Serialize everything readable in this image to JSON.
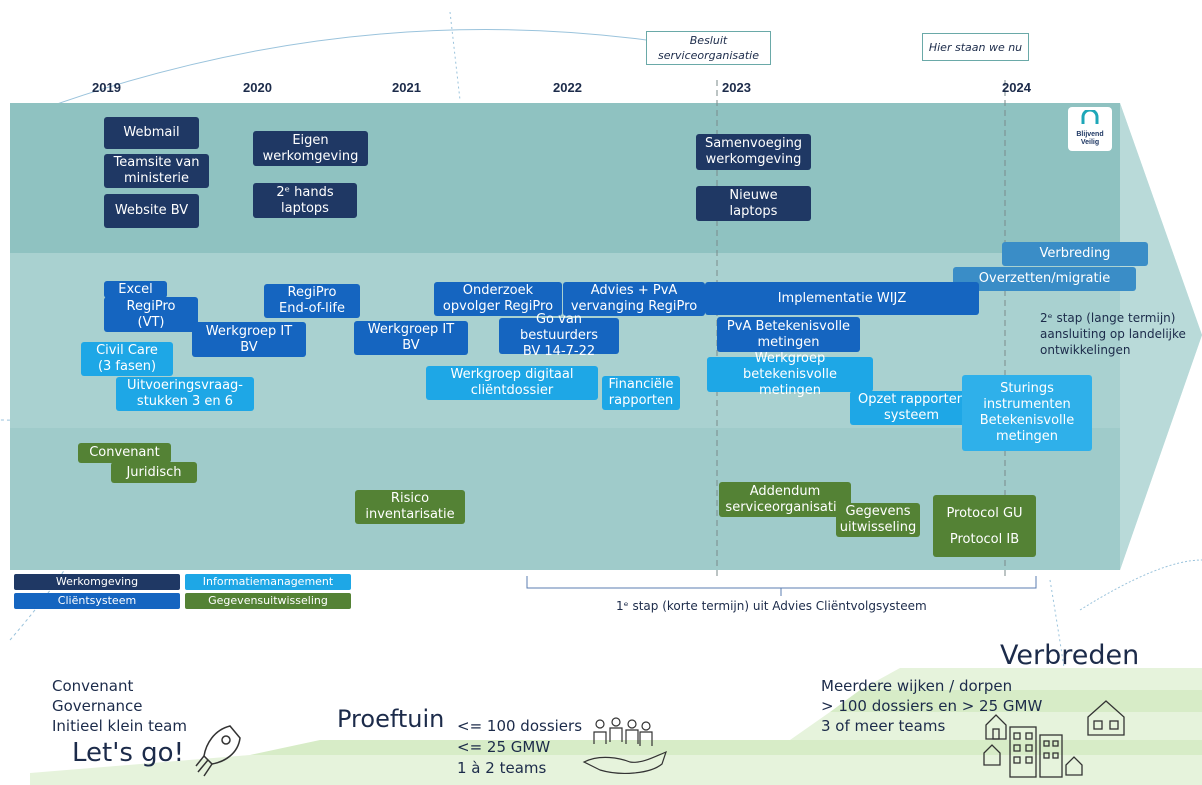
{
  "callouts": {
    "besluit": "Besluit\nserviceorganisatie",
    "hier": "Hier staan we nu"
  },
  "years": [
    "2019",
    "2020",
    "2021",
    "2022",
    "2023",
    "2024"
  ],
  "logo": {
    "line1": "Blijvend",
    "line2": "Veilig"
  },
  "boxes": {
    "webmail": "Webmail",
    "teamsite": "Teamsite van\nministerie",
    "website": "Website BV",
    "eigen": "Eigen\nwerkomgeving",
    "laptops2": "2ᵉ hands\nlaptops",
    "samenvoeging": "Samenvoeging\nwerkomgeving",
    "nieuwe": "Nieuwe\nlaptops",
    "verbreding": "Verbreding",
    "overzetten": "Overzetten/migratie",
    "excel": "Excel",
    "regipro_vt": "RegiPro\n(VT)",
    "regipro_eol": "RegiPro\nEnd-of-life",
    "werkgroep_it1": "Werkgroep IT\nBV",
    "werkgroep_it2": "Werkgroep IT\nBV",
    "onderzoek": "Onderzoek\nopvolger RegiPro",
    "advies": "Advies + PvA\nvervanging RegiPro",
    "implementatie": "Implementatie WIJZ",
    "go": "Go van bestuurders\nBV 14-7-22",
    "pva": "PvA  Betekenisvolle\nmetingen",
    "civil": "Civil Care\n(3 fasen)",
    "uitvoering": "Uitvoeringsvraag-\nstukken 3 en 6",
    "wg_digitaal": "Werkgroep digitaal\ncliëntdossier",
    "financiele": "Financiële\nrapporten",
    "wg_betek": "Werkgroep\nbetekenisvolle metingen",
    "opzet": "Opzet rapporten\nsysteem",
    "sturings": "Sturings\ninstrumenten\nBetekenisvolle\nmetingen",
    "convenant": "Convenant",
    "juridisch": "Juridisch",
    "risico": "Risico\ninventarisatie",
    "addendum": "Addendum\nserviceorganisatie",
    "gegevens": "Gegevens\nuitwisseling",
    "protocol": "Protocol GU\n\nProtocol IB"
  },
  "stap2": "2ᵉ stap (lange termijn)\naansluiting op landelijke\nontwikkelingen",
  "stap1": "1ᵉ stap (korte termijn) uit Advies Cliëntvolgsysteem",
  "legend": {
    "werkomgeving": "Werkomgeving",
    "clientsysteem": "Cliëntsysteem",
    "informatie": "Informatiemanagement",
    "gegevens": "Gegevensuitwisseling"
  },
  "bottom": {
    "left_lines": "Convenant\nGovernance\nInitieel klein team",
    "letsgo": "Let's go!",
    "proeftuin": "Proeftuin",
    "proeftuin_lines": "<= 100 dossiers\n<= 25 GMW\n1 à 2 teams",
    "verbreden": "Verbreden",
    "verbreden_lines": "Meerdere wijken / dorpen\n> 100 dossiers en > 25 GMW\n3 of meer teams"
  },
  "colors": {
    "navy": "#1f3864",
    "blue": "#1565c0",
    "sky": "#1ea7e6",
    "green": "#548235",
    "teal": "#7fbcbb"
  }
}
